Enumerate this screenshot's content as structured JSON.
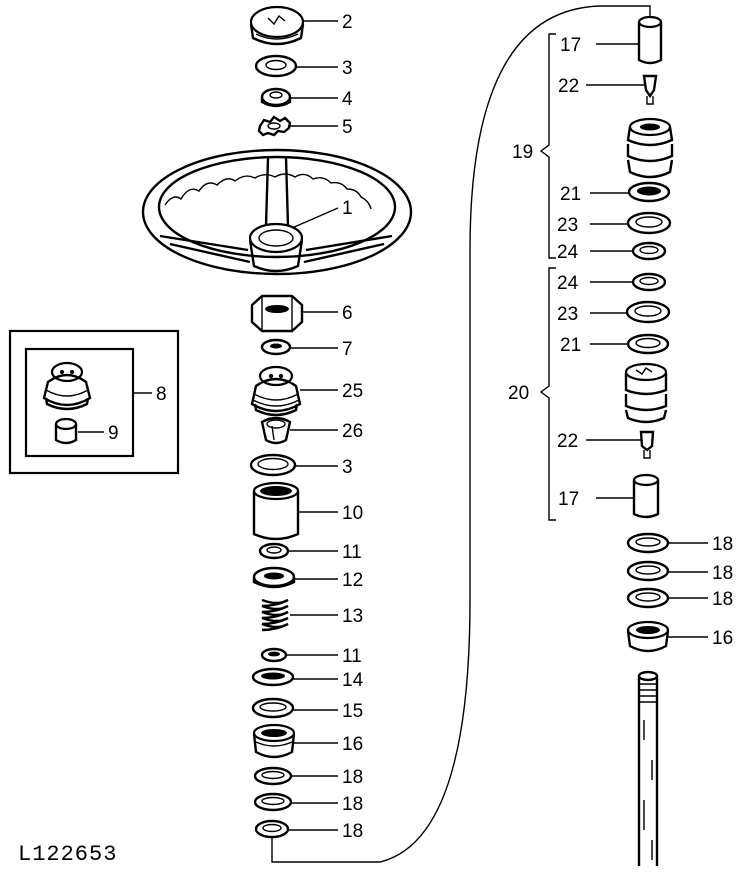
{
  "figure_id": "L122653",
  "callouts": {
    "c1": "1",
    "c2": "2",
    "c3a": "3",
    "c4": "4",
    "c5": "5",
    "c6": "6",
    "c7": "7",
    "c8": "8",
    "c9": "9",
    "c25": "25",
    "c26": "26",
    "c3b": "3",
    "c10": "10",
    "c11a": "11",
    "c12": "12",
    "c13": "13",
    "c11b": "11",
    "c14": "14",
    "c15": "15",
    "c16a": "16",
    "c18a": "18",
    "c18b": "18",
    "c18c": "18",
    "c17a": "17",
    "c22a": "22",
    "c19": "19",
    "c21a": "21",
    "c23a": "23",
    "c24a": "24",
    "c24b": "24",
    "c23b": "23",
    "c21b": "21",
    "c20": "20",
    "c22b": "22",
    "c17b": "17",
    "c18d": "18",
    "c18e": "18",
    "c18f": "18",
    "c16b": "16"
  }
}
